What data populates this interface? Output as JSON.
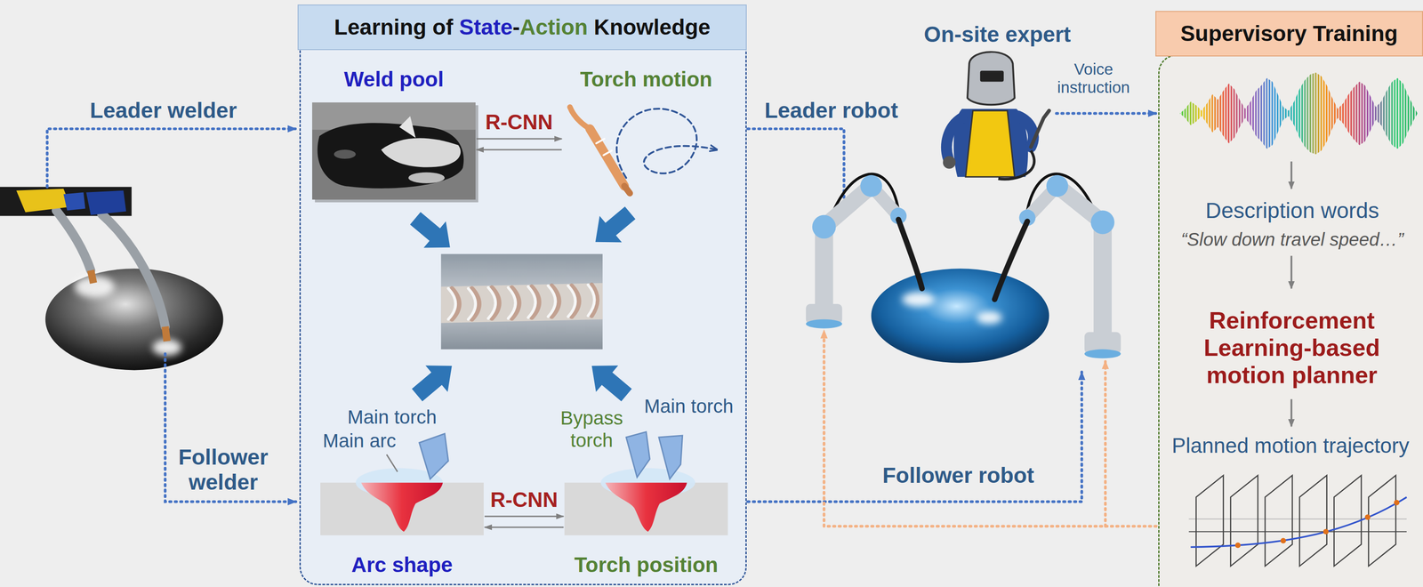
{
  "diagram": {
    "nodes": [
      {
        "text": [
          "Learning of State-Action Knowledge"
        ]
      },
      {
        "text": [
          "Weld pool"
        ],
        "in": 0
      },
      {
        "text": [
          "Torch motion"
        ],
        "in": 0
      },
      {
        "text": [
          "Arc shape"
        ],
        "in": 0
      },
      {
        "text": [
          "Torch position"
        ],
        "in": 0
      },
      {
        "text": [
          "Supervisory Training"
        ]
      },
      {
        "text": [
          "Reinforcement Learning-based motion planner"
        ],
        "in": 5
      }
    ],
    "edges": [
      {
        "from": 1,
        "to": 2,
        "label": "R-CNN",
        "arrow": "both"
      },
      {
        "from": 3,
        "to": 4,
        "label": "R-CNN",
        "arrow": "both"
      }
    ],
    "labels": [
      "Leader welder",
      "Follower welder",
      "Main torch",
      "Main arc",
      "Bypass torch",
      "Main torch",
      "Leader robot",
      "On-site expert",
      "Voice instruction",
      "Follower robot",
      "Description words",
      "“Slow down travel speed…”",
      "Planned motion trajectory"
    ]
  }
}
